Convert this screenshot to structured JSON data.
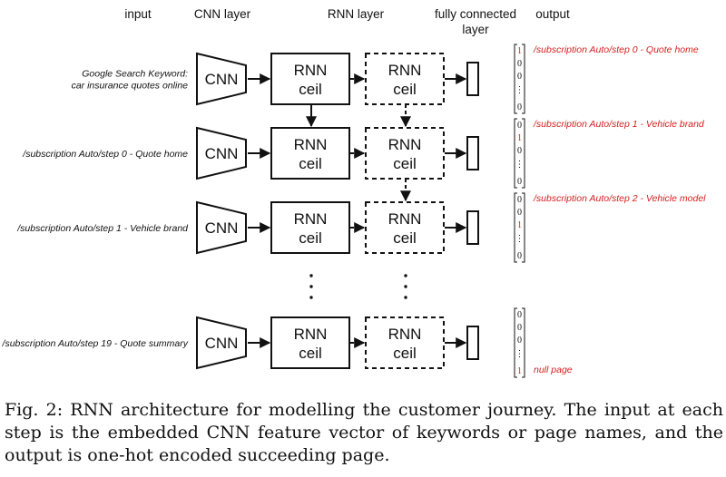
{
  "headers": {
    "input": "input",
    "cnn": "CNN layer",
    "rnn": "RNN layer",
    "fc_line1": "fully connected",
    "fc_line2": "layer",
    "output": "output"
  },
  "cnn_label": "CNN",
  "rnn_label_line1": "RNN",
  "rnn_label_line2": "ceil",
  "rows": [
    {
      "input": [
        "Google Search Keyword:",
        "car insurance quotes online"
      ],
      "output_label": "/subscription Auto/step 0 - Quote home",
      "vector": [
        "1",
        "0",
        "0",
        "⋮",
        "0"
      ],
      "hot_index": 0
    },
    {
      "input": [
        "/subscription Auto/step 0 - Quote home"
      ],
      "output_label": "/subscription Auto/step 1 - Vehicle brand",
      "vector": [
        "0",
        "1",
        "0",
        "⋮",
        "0"
      ],
      "hot_index": 1
    },
    {
      "input": [
        "/subscription Auto/step 1 - Vehicle brand"
      ],
      "output_label": "/subscription Auto/step 2 - Vehicle model",
      "vector": [
        "0",
        "0",
        "1",
        "⋮",
        "0"
      ],
      "hot_index": 2
    },
    {
      "input": [
        "/subscription Auto/step 19 - Quote summary"
      ],
      "output_label": "null page",
      "vector": [
        "0",
        "0",
        "0",
        "⋮",
        "1"
      ],
      "hot_index": 4
    }
  ],
  "caption": "Fig. 2: RNN architecture for modelling the customer journey. The input at each step is the embedded CNN feature vector of keywords or page names, and the output is one-hot encoded succeeding page."
}
